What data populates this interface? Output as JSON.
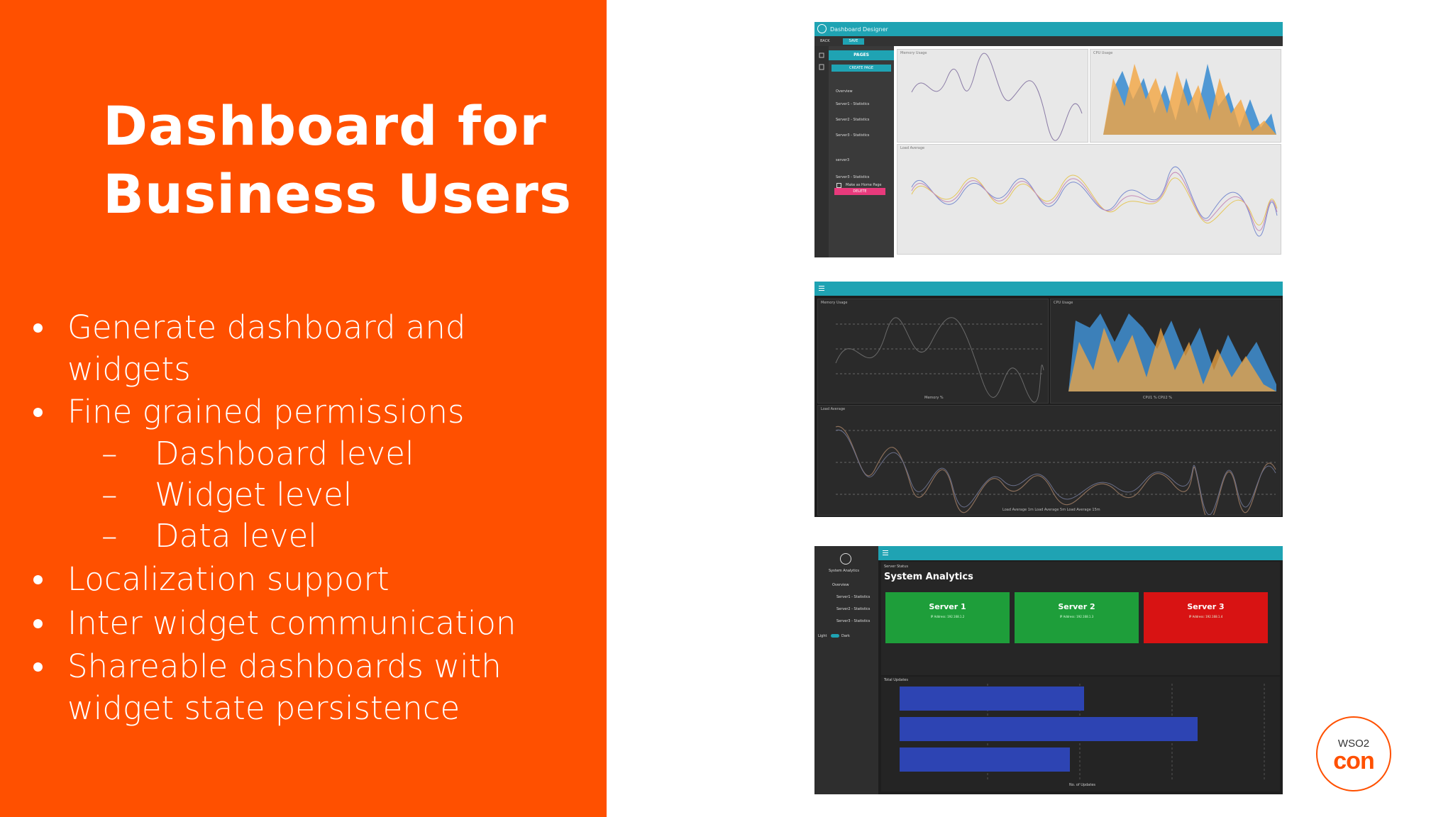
{
  "slide": {
    "title_line1": "Dashboard for",
    "title_line2": "Business Users",
    "bullets": [
      {
        "kind": "main",
        "text": "Generate dashboard and"
      },
      {
        "kind": "cont",
        "text": "widgets"
      },
      {
        "kind": "main",
        "text": "Fine grained permissions"
      },
      {
        "kind": "sub",
        "dash": "–",
        "text": "Dashboard level"
      },
      {
        "kind": "sub",
        "dash": "–",
        "text": "Widget level"
      },
      {
        "kind": "sub",
        "dash": "–",
        "text": "Data level"
      },
      {
        "kind": "main",
        "text": "Localization support"
      },
      {
        "kind": "main",
        "text": "Inter widget communication"
      },
      {
        "kind": "main",
        "text": "Shareable dashboards with"
      },
      {
        "kind": "cont",
        "text": "widget state persistence"
      }
    ]
  },
  "designer": {
    "app_title": "Dashboard Designer",
    "back": "BACK",
    "save": "SAVE",
    "pages_header": "PAGES",
    "create_button": "CREATE PAGE",
    "nav": [
      "Overview",
      "Server1 - Statistics",
      "Server2 - Statistics",
      "Server3 - Statistics"
    ],
    "url_value": "server3",
    "page_name": "Server3 - Statistics",
    "home_checkbox": "Make as Home Page",
    "delete_button": "DELETE",
    "widget_titles": [
      "Memory Usage",
      "CPU Usage",
      "Load Average"
    ]
  },
  "dashboard": {
    "panel_titles": [
      "Memory Usage",
      "CPU Usage",
      "Load Average"
    ],
    "legends": [
      "Memory %",
      "CPU1 %   CPU2 %",
      "Load Average 1m   Load Average 5m   Load Average 15m"
    ]
  },
  "analytics": {
    "app_name": "System Analytics",
    "nav": [
      "Overview",
      "Server1 - Statistics",
      "Server2 - Statistics",
      "Server3 - Statistics"
    ],
    "theme_light": "Light",
    "theme_dark": "Dark",
    "section_label": "Server Status",
    "heading": "System Analytics",
    "cards": [
      {
        "name": "Server 1",
        "ip": "IP Address: 192.168.1.2",
        "color": "#1e9e3a"
      },
      {
        "name": "Server 2",
        "ip": "IP Address: 192.168.1.3",
        "color": "#1e9e3a"
      },
      {
        "name": "Server 3",
        "ip": "IP Address: 192.168.1.4",
        "color": "#d81313"
      }
    ],
    "bar_title": "Total Updates",
    "bar_legend": "No. of Updates"
  },
  "logo": {
    "top": "WSO2",
    "bottom": "con"
  },
  "colors": {
    "brand_orange": "#ff5000",
    "teal": "#1fa3b3",
    "orange_series": "#f2a541",
    "blue_series": "#3f8fd2",
    "bar_blue": "#2d44b3"
  }
}
